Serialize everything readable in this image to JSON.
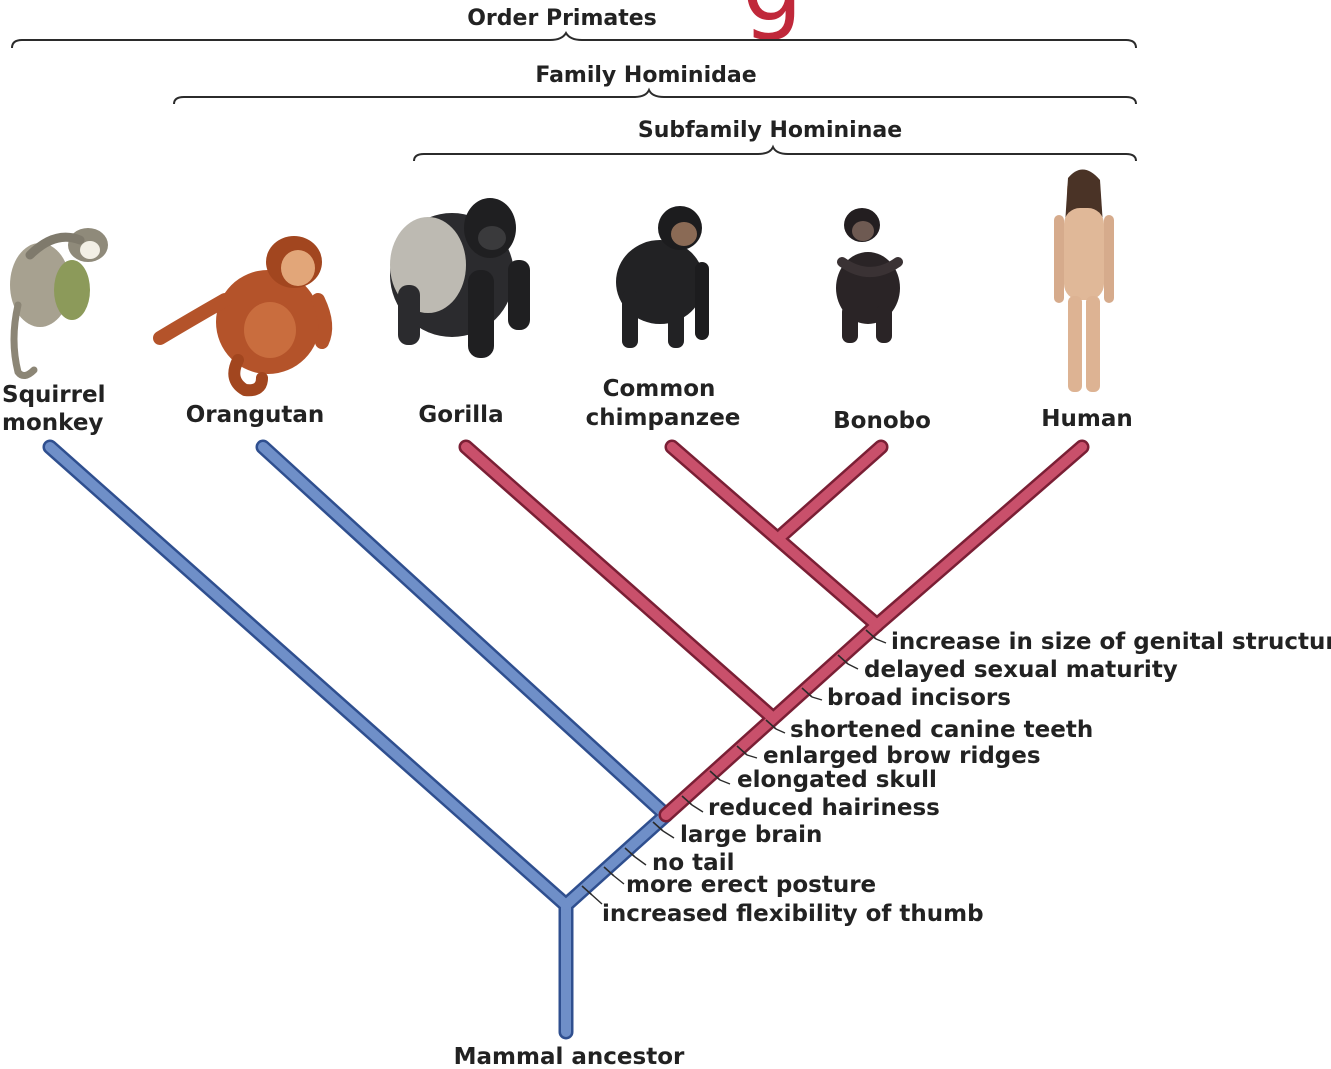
{
  "partial_heading": "g",
  "groups": {
    "order": "Order Primates",
    "family": "Family Hominidae",
    "subfamily": "Subfamily Homininae"
  },
  "taxa": {
    "squirrel_monkey": [
      "Squirrel",
      "monkey"
    ],
    "orangutan": "Orangutan",
    "gorilla": "Gorilla",
    "chimpanzee": [
      "Common",
      "chimpanzee"
    ],
    "bonobo": "Bonobo",
    "human": "Human"
  },
  "root_label": "Mammal ancestor",
  "traits": [
    "increased flexibility of thumb",
    "more erect posture",
    "no tail",
    "large brain",
    "reduced hairiness",
    "elongated skull",
    "enlarged brow ridges",
    "shortened canine teeth",
    "broad incisors",
    "delayed sexual maturity",
    "increase in size of genital structures"
  ],
  "colors": {
    "primate_branch": "#6f8fc8",
    "primate_branch_edge": "#2f4f8f",
    "hominine_branch": "#c9506b",
    "hominine_branch_edge": "#7a1f35",
    "heading_red": "#c0283a",
    "text": "#222222"
  },
  "icons": [
    "squirrel-monkey-icon",
    "orangutan-icon",
    "gorilla-icon",
    "chimpanzee-icon",
    "bonobo-icon",
    "human-icon"
  ]
}
